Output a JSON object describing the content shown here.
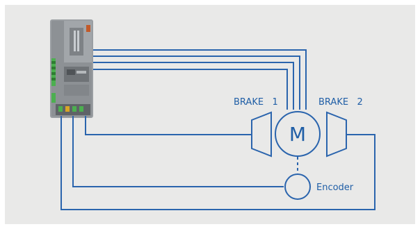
{
  "diagram": {
    "brake1_label": "BRAKE   1",
    "brake2_label": "BRAKE   2",
    "motor_label": "M",
    "encoder_label": "Encoder"
  },
  "colors": {
    "background": "#e9e9e8",
    "line": "#2a64ad",
    "text": "#1f5ea6",
    "drive_body": "#8a8e92"
  }
}
